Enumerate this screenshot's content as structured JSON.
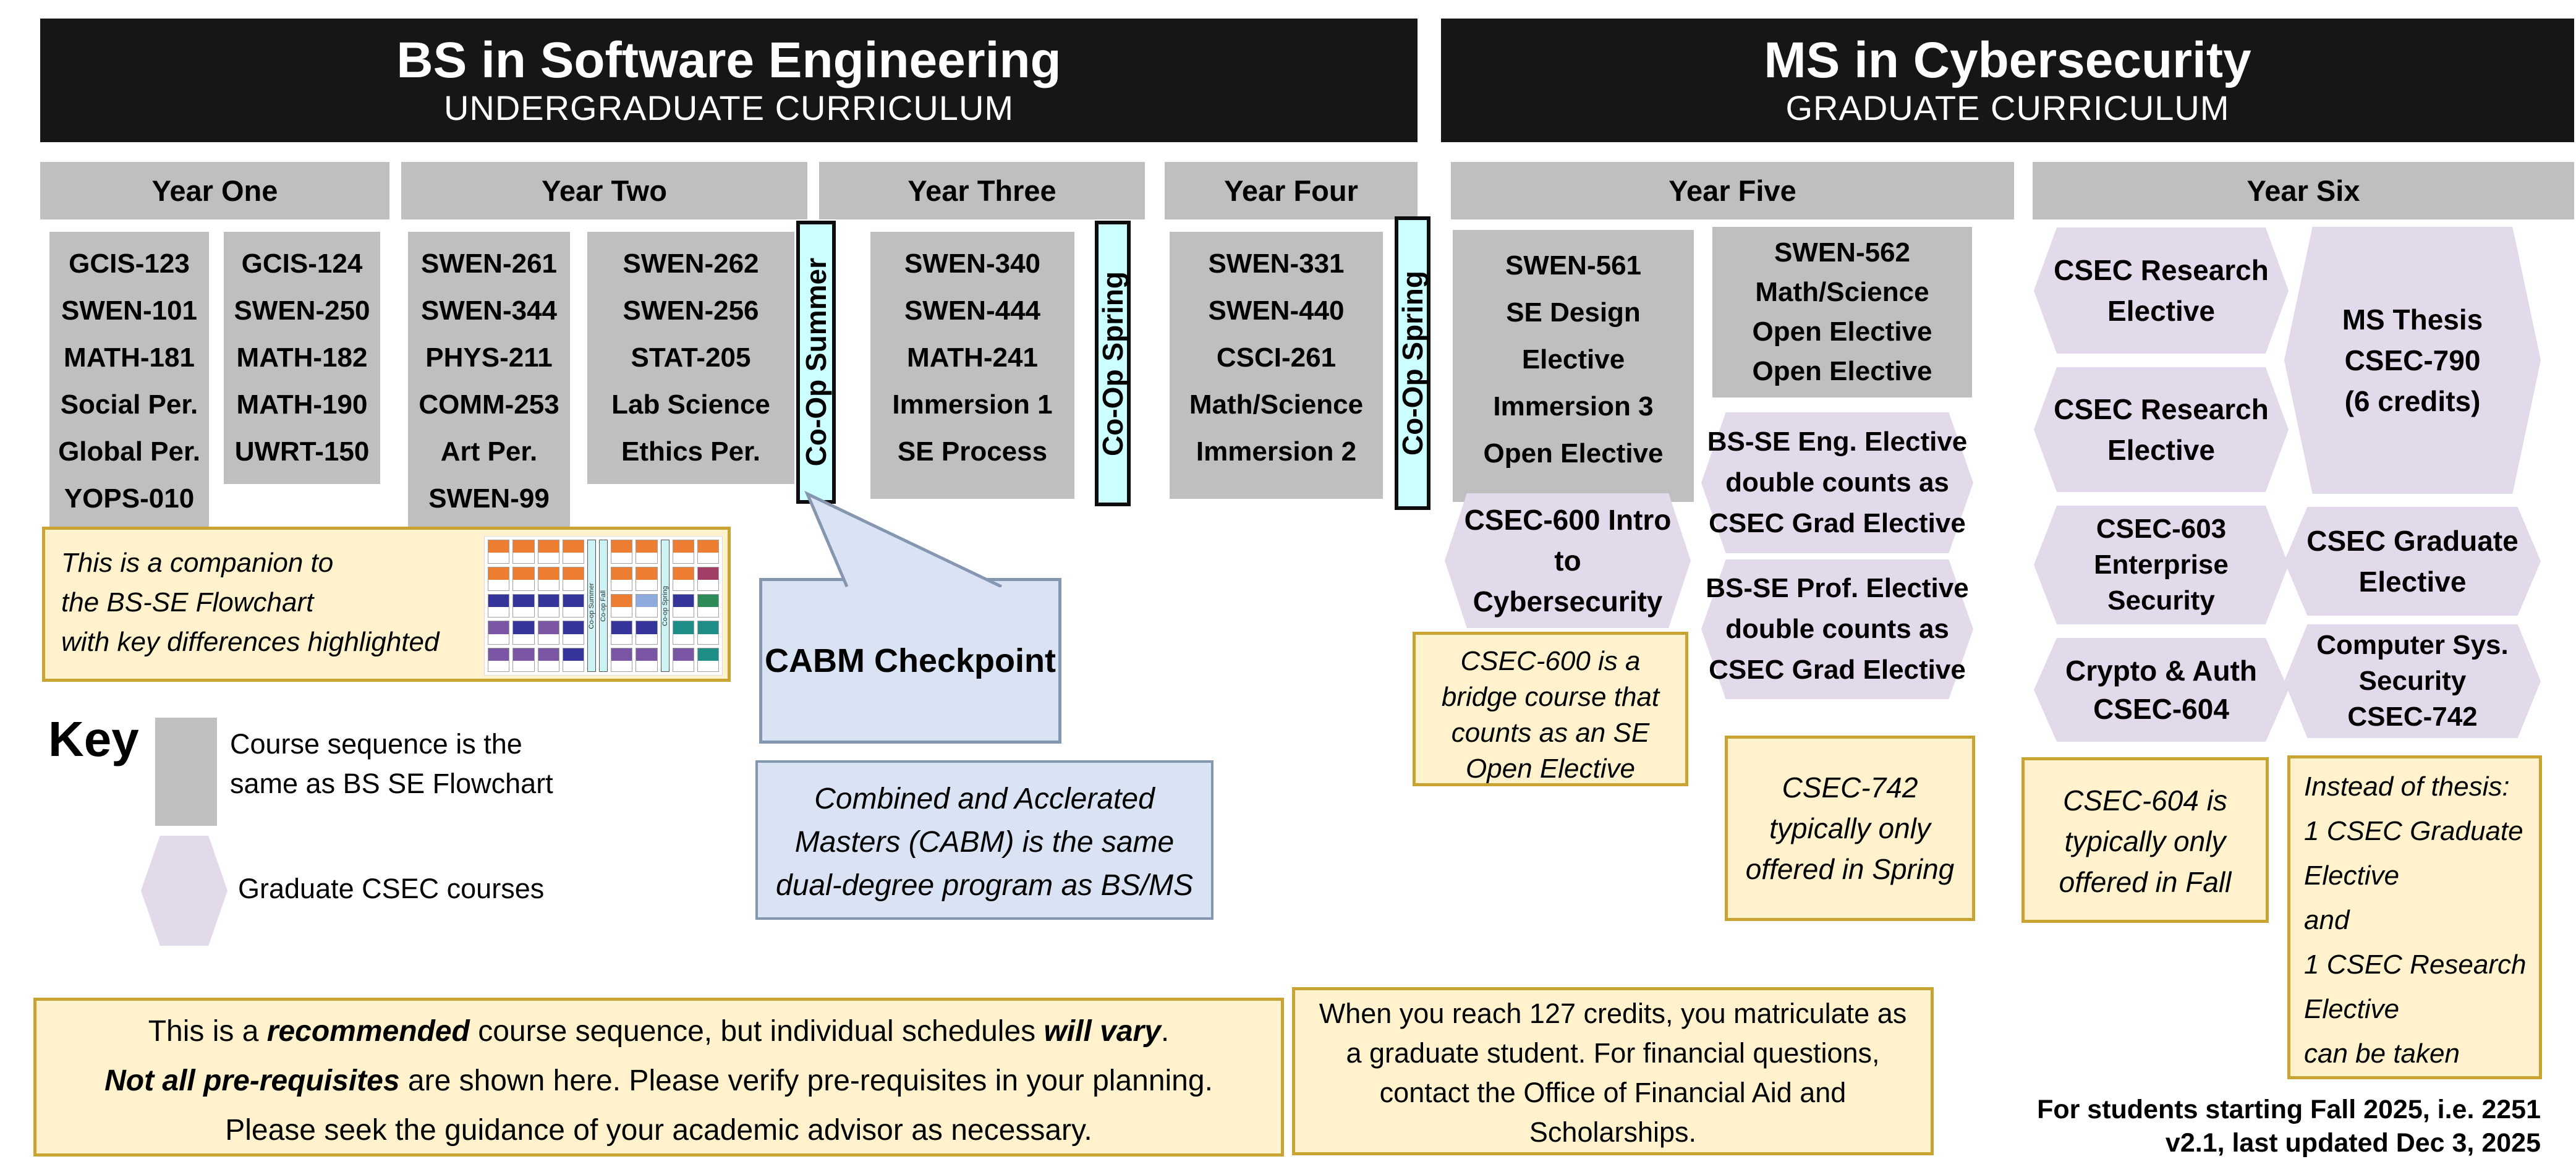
{
  "programs": {
    "left": {
      "title": "BS in Software Engineering",
      "subtitle": "UNDERGRADUATE CURRICULUM"
    },
    "right": {
      "title": "MS in Cybersecurity",
      "subtitle": "GRADUATE CURRICULUM"
    }
  },
  "years": [
    "Year One",
    "Year Two",
    "Year Three",
    "Year Four",
    "Year Five",
    "Year Six"
  ],
  "courses": {
    "y1a": [
      "GCIS-123",
      "SWEN-101",
      "MATH-181",
      "Social Per.",
      "Global Per.",
      "YOPS-010"
    ],
    "y1b": [
      "GCIS-124",
      "SWEN-250",
      "MATH-182",
      "MATH-190",
      "UWRT-150"
    ],
    "y2a": [
      "SWEN-261",
      "SWEN-344",
      "PHYS-211",
      "COMM-253",
      "Art Per.",
      "SWEN-99"
    ],
    "y2b": [
      "SWEN-262",
      "SWEN-256",
      "STAT-205",
      "Lab Science",
      "Ethics Per."
    ],
    "y3": [
      "SWEN-340",
      "SWEN-444",
      "MATH-241",
      "Immersion 1",
      "SE Process"
    ],
    "y4": [
      "SWEN-331",
      "SWEN-440",
      "CSCI-261",
      "Math/Science",
      "Immersion 2"
    ],
    "y5a": [
      "SWEN-561",
      "SE Design",
      "Elective",
      "Immersion 3",
      "Open Elective"
    ],
    "y5b": [
      "SWEN-562",
      "Math/Science",
      "Open Elective",
      "Open Elective"
    ]
  },
  "coop_bars": [
    {
      "label": "Co-Op Summer"
    },
    {
      "label": "Co-Op Spring"
    },
    {
      "label": "Co-Op Spring"
    }
  ],
  "hexes": {
    "csec600": [
      "CSEC-600 Intro",
      "to",
      "Cybersecurity"
    ],
    "bsse_eng": [
      "BS-SE Eng. Elective",
      "double counts as",
      "CSEC Grad Elective"
    ],
    "bsse_prof": [
      "BS-SE Prof. Elective",
      "double counts as",
      "CSEC Grad Elective"
    ],
    "research1": [
      "CSEC Research",
      "Elective"
    ],
    "research2": [
      "CSEC Research",
      "Elective"
    ],
    "csec603": [
      "CSEC-603",
      "Enterprise",
      "Security"
    ],
    "crypto604": [
      "Crypto & Auth",
      "CSEC-604"
    ],
    "thesis": [
      "MS Thesis",
      "CSEC-790",
      "(6 credits)"
    ],
    "grad_elective": [
      "CSEC Graduate",
      "Elective"
    ],
    "compsys742": [
      "Computer Sys.",
      "Security",
      "CSEC-742"
    ]
  },
  "cabm": {
    "checkpoint": "CABM Checkpoint",
    "note": [
      "Combined and Acclerated",
      "Masters (CABM) is the same",
      "dual-degree program as BS/MS"
    ]
  },
  "key": {
    "title": "Key",
    "gray_label": [
      "Course sequence is the",
      "same as BS SE Flowchart"
    ],
    "hex_label": "Graduate CSEC courses"
  },
  "notes": {
    "companion": [
      "This is a companion to",
      "the BS-SE Flowchart",
      "with key differences highlighted"
    ],
    "csec600_bridge": [
      "CSEC-600 is a",
      "bridge course that",
      "counts as an SE",
      "Open Elective"
    ],
    "csec742_spring": [
      "CSEC-742",
      "typically only",
      "offered in Spring"
    ],
    "csec604_fall": [
      "CSEC-604 is",
      "typically only",
      "offered in Fall"
    ],
    "instead_of_thesis": [
      "Instead of thesis:",
      "1 CSEC Graduate",
      "Elective",
      "and",
      "1 CSEC Research",
      "Elective",
      "can be taken"
    ],
    "credits127": [
      "When you reach 127 credits, you matriculate as",
      "a graduate student. For financial questions,",
      "contact the Office of Financial Aid and",
      "Scholarships."
    ],
    "recommended_runs": [
      [
        {
          "t": "This is a "
        },
        {
          "t": "recommended",
          "bi": true
        },
        {
          "t": " course sequence, but individual schedules "
        },
        {
          "t": "will vary",
          "bi": true
        },
        {
          "t": "."
        }
      ],
      [
        {
          "t": "Not all pre-requisites",
          "bi": true
        },
        {
          "t": " are shown here. Please verify pre-requisites in your planning."
        }
      ],
      [
        {
          "t": "Please seek the guidance of your academic advisor as necessary."
        }
      ]
    ]
  },
  "footer": {
    "line1": "For students starting Fall 2025, i.e. 2251",
    "line2": "v2.1, last updated Dec 3, 2025"
  },
  "colors": {
    "header_bg": "#161616",
    "box_gray": "#bfbfbf",
    "coop_cyan": "#ccffff",
    "hex_purple": "#e2d9ea",
    "note_yellow": "#fff2cc",
    "note_border": "#c9a432",
    "callout_blue": "#dae3f3",
    "callout_border": "#8496b0"
  },
  "thumbnail": {
    "palette": {
      "O": "#ED7D31",
      "N": "#35349B",
      "P": "#7A56A4",
      "T": "#1E8E86",
      "M": "#A23D68",
      "G": "#2E8B57",
      "L": "#8FAADC"
    },
    "sequence": [
      {
        "cells": [
          "O",
          "O",
          "N",
          "P",
          "P"
        ]
      },
      {
        "cells": [
          "O",
          "O",
          "N",
          "N",
          "P"
        ]
      },
      {
        "cells": [
          "O",
          "O",
          "N",
          "P",
          "P"
        ]
      },
      {
        "cells": [
          "O",
          "O",
          "N",
          "N",
          "N"
        ]
      },
      {
        "bar": "Co-op Summer"
      },
      {
        "bar": "Co-op Fall"
      },
      {
        "cells": [
          "O",
          "O",
          "O",
          "N",
          "P"
        ]
      },
      {
        "cells": [
          "O",
          "O",
          "L",
          "N",
          "P"
        ]
      },
      {
        "bar": "Co-op Spring"
      },
      {
        "cells": [
          "O",
          "O",
          "N",
          "T",
          "P"
        ]
      },
      {
        "cells": [
          "O",
          "M",
          "G",
          "T",
          "T"
        ]
      }
    ]
  }
}
